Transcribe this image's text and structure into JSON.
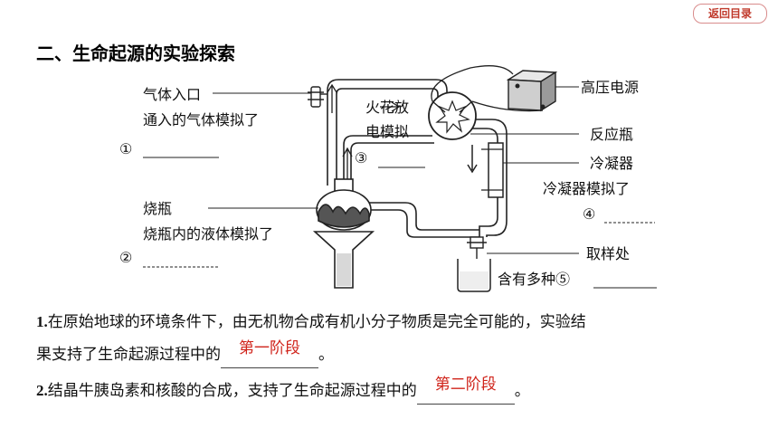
{
  "nav": {
    "back_label": "返回目录"
  },
  "section": {
    "title": "二、生命起源的实验探索"
  },
  "diagram": {
    "gas_inlet": "气体入口",
    "gas_simulate": "通入的气体模拟了",
    "blank1": "①",
    "flask": "烧瓶",
    "flask_liquid": "烧瓶内的液体模拟了",
    "blank2": "②",
    "spark_line1": "火花放",
    "spark_line2": "电模拟",
    "blank3": "③",
    "power": "高压电源",
    "reaction_flask": "反应瓶",
    "condenser": "冷凝器",
    "condenser_simulate": "冷凝器模拟了",
    "blank4": "④",
    "sampling": "取样处",
    "contains_many": "含有多种⑤"
  },
  "questions": {
    "q1_num": "1.",
    "q1_text_a": "在原始地球的环境条件下，由无机物合成有机小分子物质是完全可能的，实验结",
    "q1_text_b": "果支持了生命起源过程中的",
    "q1_answer": "第一阶段",
    "q1_end": "。",
    "q2_num": "2.",
    "q2_text": "结晶牛胰岛素和核酸的合成，支持了生命起源过程中的",
    "q2_answer": "第二阶段",
    "q2_end": "。"
  }
}
